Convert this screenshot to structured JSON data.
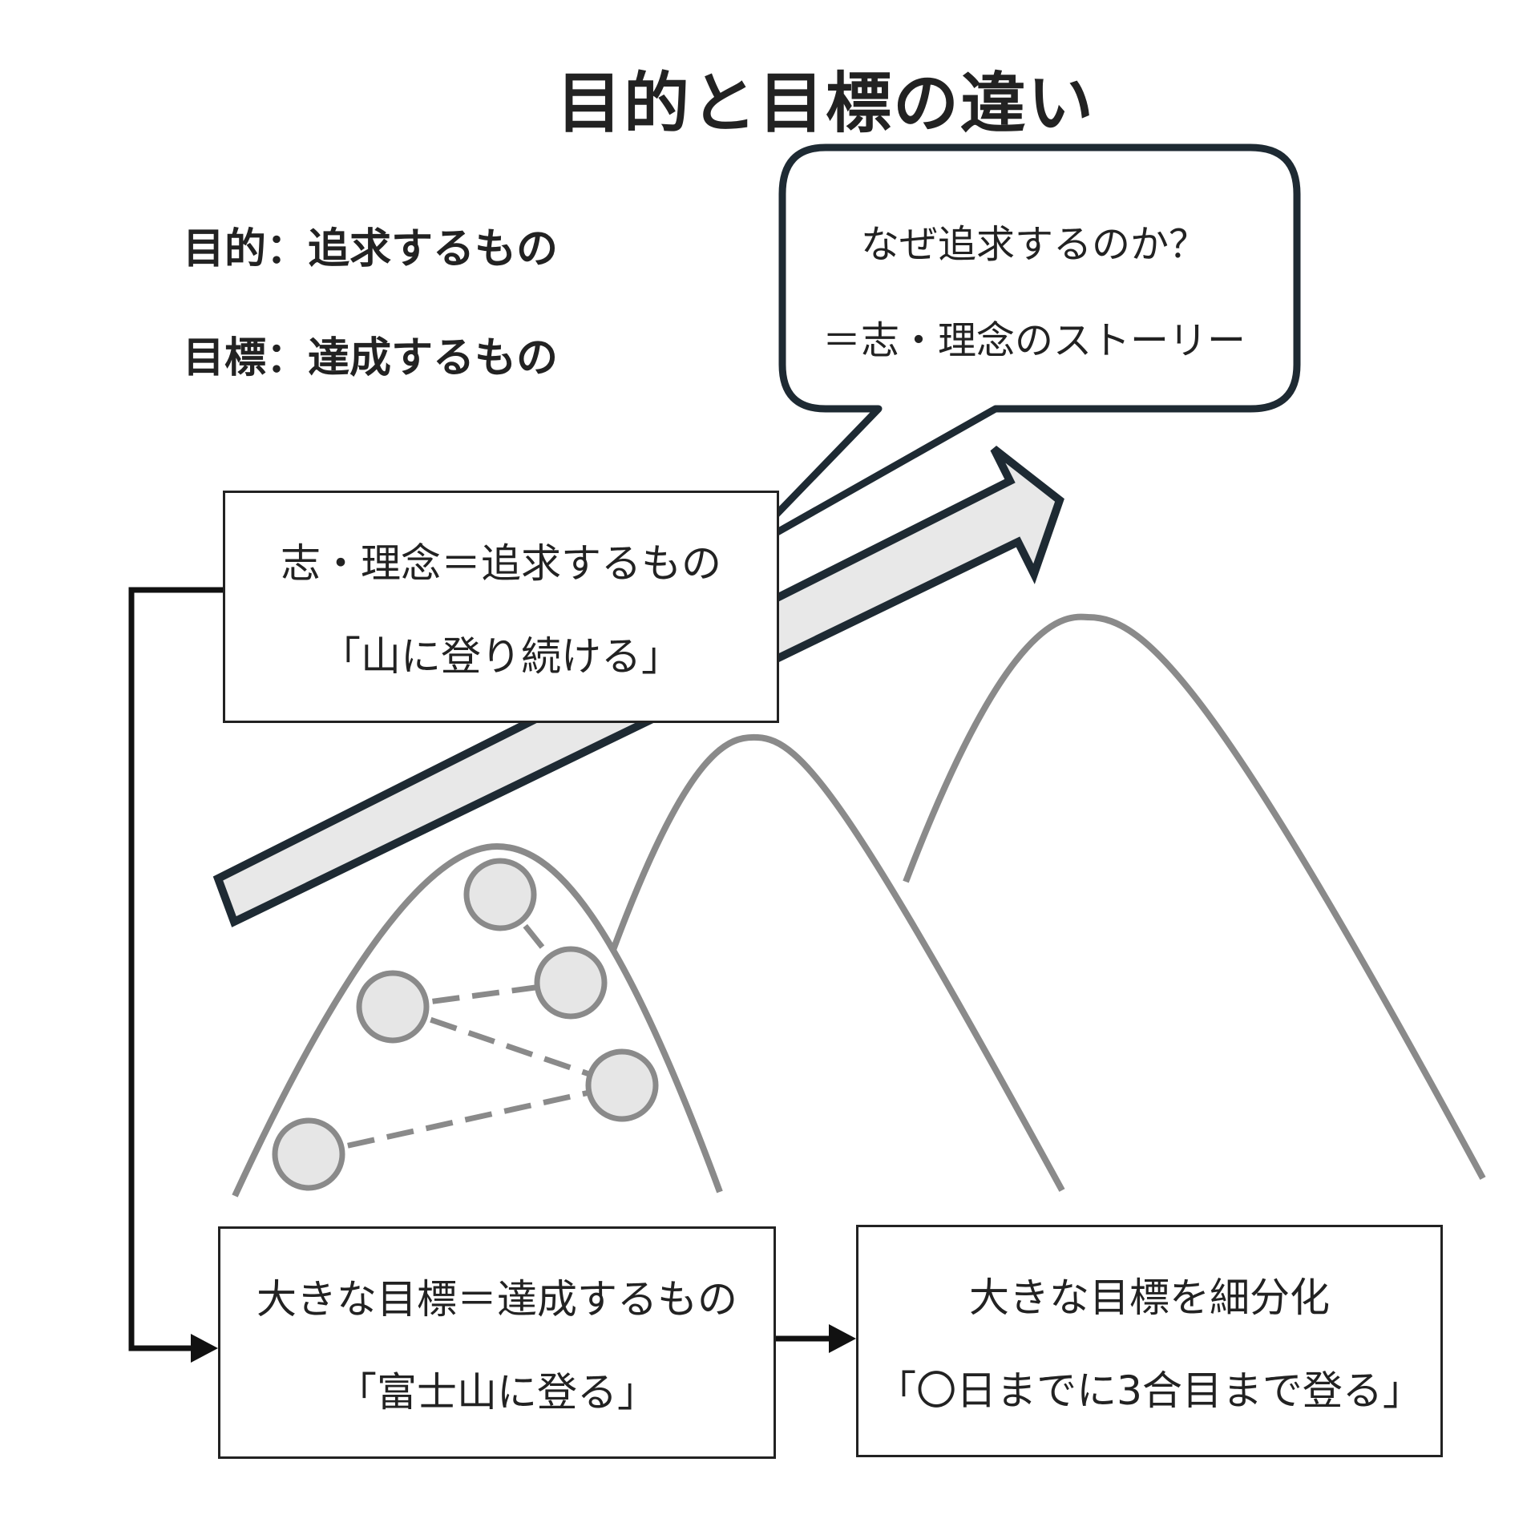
{
  "title": "目的と目標の違い",
  "definitions": {
    "purpose": "目的：追求するもの",
    "goal": "目標：達成するもの"
  },
  "speech_bubble": {
    "line1": "なぜ追求するのか？",
    "line2": "＝志・理念のストーリー"
  },
  "purpose_box": {
    "line1": "志・理念＝追求するもの",
    "line2": "「山に登り続ける」"
  },
  "goal_box": {
    "line1": "大きな目標＝達成するもの",
    "line2": "「富士山に登る」"
  },
  "breakdown_box": {
    "line1": "大きな目標を細分化",
    "line2": "「〇日までに3合目まで登る」"
  },
  "colors": {
    "mountain_stroke": "#8a8a8a",
    "node_fill": "#e6e6e6",
    "node_stroke": "#8a8a8a",
    "bubble_stroke": "#1e2a33",
    "arrow_fill": "#e8e8e8",
    "arrow_stroke": "#1e2a33",
    "connector": "#111111"
  }
}
